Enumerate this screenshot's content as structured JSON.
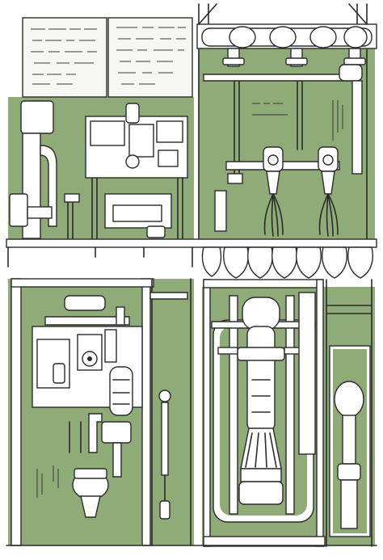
{
  "colors": {
    "background": "#ffffff",
    "panel_green": "#8fab78",
    "line_ink": "#2b2b2b",
    "pipe_white": "#ffffff"
  },
  "illustration": {
    "kind": "line-art industrial piping and machinery",
    "note_text_legible": false,
    "regions": [
      "top-left-notice-board",
      "left-machine-room",
      "right-top-valve-bay",
      "hanging-bulbs-row",
      "lower-left-pump-room",
      "lower-right-tank-room"
    ]
  }
}
